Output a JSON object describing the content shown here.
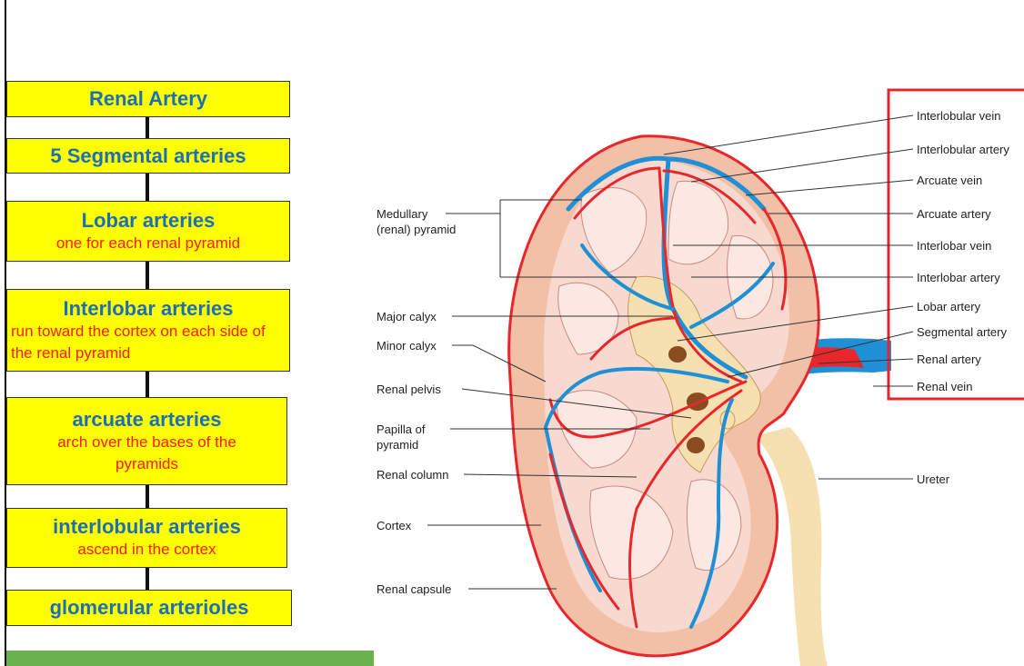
{
  "flow": [
    {
      "title": "Renal Artery",
      "subtitle": ""
    },
    {
      "title": "5 Segmental arteries",
      "subtitle": ""
    },
    {
      "title": "Lobar arteries",
      "subtitle": "one for each renal pyramid"
    },
    {
      "title": "Interlobar arteries",
      "subtitle": "run toward the cortex on each side of the renal pyramid"
    },
    {
      "title": "arcuate arteries",
      "subtitle": "arch over the bases of the pyramids"
    },
    {
      "title": "interlobular arteries",
      "subtitle": "ascend in the cortex"
    },
    {
      "title": "glomerular arterioles",
      "subtitle": ""
    }
  ],
  "diagram": {
    "left_labels": {
      "medullary": "Medullary (renal) pyramid",
      "major_calyx": "Major calyx",
      "minor_calyx": "Minor calyx",
      "renal_pelvis": "Renal pelvis",
      "papilla": "Papilla of pyramid",
      "renal_column": "Renal column",
      "cortex": "Cortex",
      "renal_capsule": "Renal capsule"
    },
    "right_labels": {
      "interlobular_vein": "Interlobular vein",
      "interlobular_artery": "Interlobular artery",
      "arcuate_vein": "Arcuate vein",
      "arcuate_artery": "Arcuate artery",
      "interlobar_vein": "Interlobar vein",
      "interlobar_artery": "Interlobar artery",
      "lobar_artery": "Lobar artery",
      "segmental_artery": "Segmental artery",
      "renal_artery": "Renal artery",
      "renal_vein": "Renal vein",
      "ureter": "Ureter"
    }
  },
  "colors": {
    "box_fill": "#ffff00",
    "title_blue": "#1d6fb5",
    "subtitle_red": "#ff1a1a",
    "artery": "#e8262b",
    "vein": "#1f8fd6",
    "highlight_box": "#e3262b"
  }
}
